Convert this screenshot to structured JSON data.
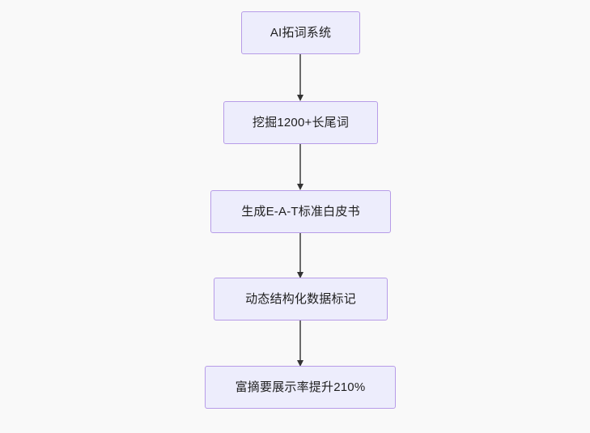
{
  "diagram": {
    "type": "flowchart",
    "direction": "top-to-bottom",
    "background_color": "#f9f9f9",
    "node_fill_color": "#ededfc",
    "node_border_color": "#b79ce8",
    "node_text_color": "#1f1f1f",
    "edge_line_color": "#6b6b6b",
    "edge_arrowhead_color": "#333333",
    "nodes": [
      {
        "id": "node-1",
        "label": "AI拓词系统"
      },
      {
        "id": "node-2",
        "label": "挖掘1200+长尾词"
      },
      {
        "id": "node-3",
        "label": "生成E-A-T标准白皮书"
      },
      {
        "id": "node-4",
        "label": "动态结构化数据标记"
      },
      {
        "id": "node-5",
        "label": "富摘要展示率提升210%"
      }
    ],
    "edges": [
      {
        "id": "edge-1",
        "from": "node-1",
        "to": "node-2",
        "label": ""
      },
      {
        "id": "edge-2",
        "from": "node-2",
        "to": "node-3",
        "label": ""
      },
      {
        "id": "edge-3",
        "from": "node-3",
        "to": "node-4",
        "label": ""
      },
      {
        "id": "edge-4",
        "from": "node-4",
        "to": "node-5",
        "label": ""
      }
    ]
  }
}
